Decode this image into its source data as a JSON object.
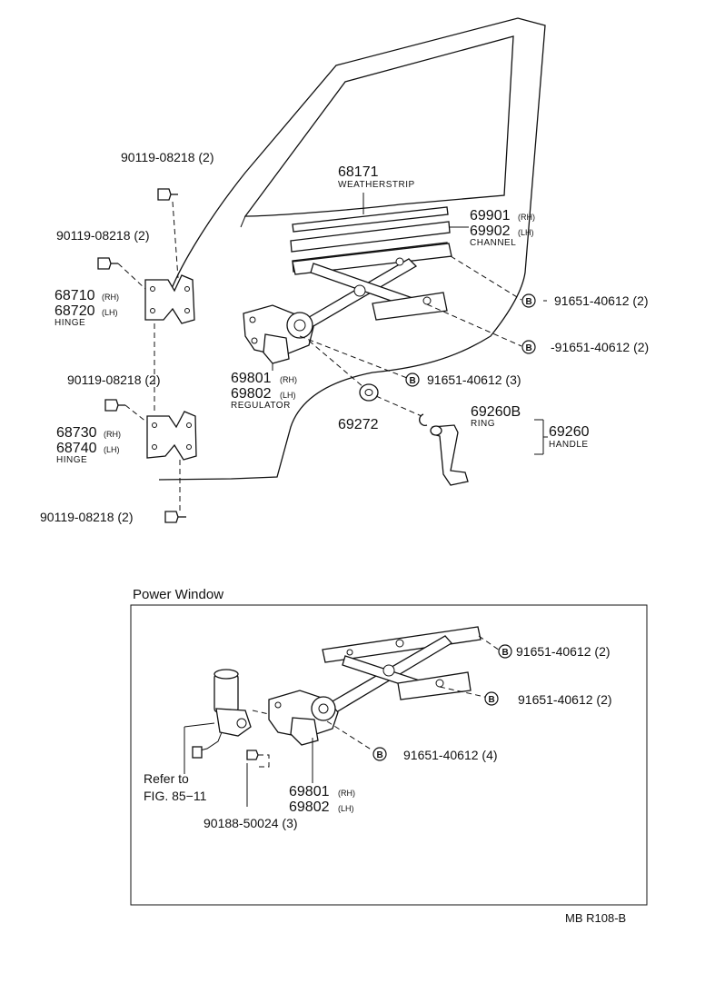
{
  "upper": {
    "bolt_top": "90119-08218 (2)",
    "bolt_hinge1": "90119-08218  (2)",
    "hinge1_rh": "68710",
    "hinge1_rh_sfx": "(RH)",
    "hinge1_lh": "68720",
    "hinge1_lh_sfx": "(LH)",
    "hinge1_cap": "HINGE",
    "bolt_hinge2": "90119-08218 (2)",
    "hinge2_rh": "68730",
    "hinge2_rh_sfx": "(RH)",
    "hinge2_lh": "68740",
    "hinge2_lh_sfx": "(LH)",
    "hinge2_cap": "HINGE",
    "bolt_bottom": "90119-08218 (2)",
    "weatherstrip_pn": "68171",
    "weatherstrip_cap": "WEATHERSTRIP",
    "channel_rh": "69901",
    "channel_rh_sfx": "(RH)",
    "channel_lh": "69902",
    "channel_lh_sfx": "(LH)",
    "channel_cap": "CHANNEL",
    "bolt_b1": "91651-40612 (2)",
    "bolt_b2": "-91651-40612 (2)",
    "bolt_b3": "91651-40612 (3)",
    "regulator_rh": "69801",
    "regulator_rh_sfx": "(RH)",
    "regulator_lh": "69802",
    "regulator_lh_sfx": "(LH)",
    "regulator_cap": "REGULATOR",
    "washer_pn": "69272",
    "ring_pn": "69260B",
    "ring_cap": "RING",
    "handle_pn": "69260",
    "handle_cap": "HANDLE",
    "b_symbol": "B"
  },
  "power": {
    "title": "Power Window",
    "bolt_b1": "91651-40612 (2)",
    "bolt_b2": "91651-40612 (2)",
    "bolt_b3": "91651-40612 (4)",
    "refer_line1": "Refer to",
    "refer_line2": "FIG. 85−11",
    "regulator_rh": "69801",
    "regulator_rh_sfx": "(RH)",
    "regulator_lh": "69802",
    "regulator_lh_sfx": "(LH)",
    "screw": "90188-50024 (3)"
  },
  "figure_code": "MB R108-B"
}
